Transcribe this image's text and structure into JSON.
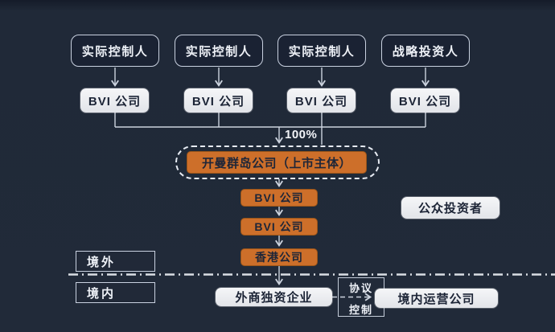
{
  "diagram": {
    "top_row": [
      {
        "label": "实际控制人"
      },
      {
        "label": "实际控制人"
      },
      {
        "label": "实际控制人"
      },
      {
        "label": "战略投资人"
      }
    ],
    "bvi_row": [
      {
        "label": "BVI 公司"
      },
      {
        "label": "BVI 公司"
      },
      {
        "label": "BVI 公司"
      },
      {
        "label": "BVI 公司"
      }
    ],
    "ownership_label": "100%",
    "cayman_box": {
      "label": "开曼群岛公司（上市主体）"
    },
    "mid_chain": [
      {
        "label": "BVI 公司"
      },
      {
        "label": "BVI 公司"
      },
      {
        "label": "香港公司"
      }
    ],
    "public_investors": {
      "label": "公众投资者"
    },
    "regions": {
      "offshore": "境外",
      "onshore": "境内"
    },
    "wfoe": {
      "label": "外商独资企业"
    },
    "vie_control": {
      "line1": "协议",
      "line2": "控制"
    },
    "domestic_company": {
      "label": "境内运营公司"
    }
  },
  "colors": {
    "background": "#212a39",
    "accent_orange": "#cd6f2a",
    "dark_box_fill": "#1a2233",
    "light_box_fill": "#e9eaee",
    "connector_line": "#ccd3de",
    "text_dark": "#1c2436",
    "text_light": "#eef1f7"
  }
}
